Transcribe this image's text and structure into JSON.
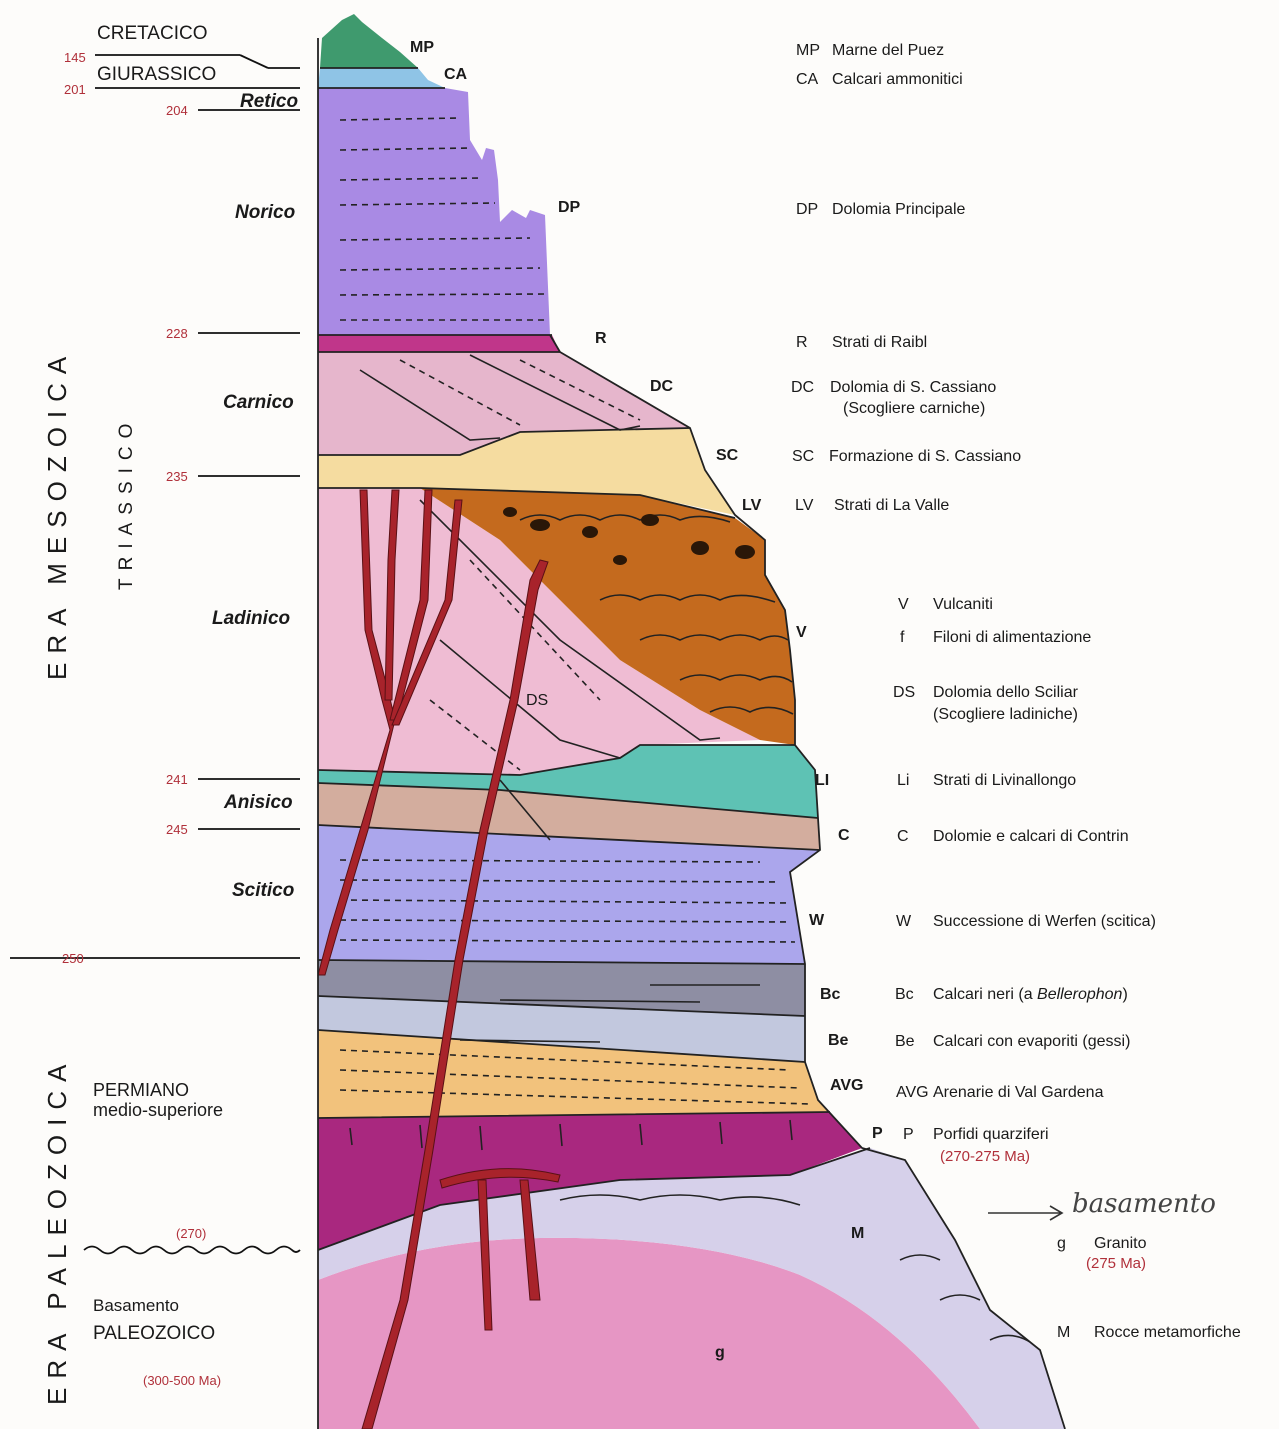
{
  "colors": {
    "marne_puez": "#3f9a6e",
    "calcari_ammonitici": "#8fc4e6",
    "dolomia_principale": "#a98ae4",
    "raibl": "#c0368a",
    "cassiano_dolomia": "#e6b6cc",
    "cassiano_formazione": "#f5dca0",
    "sciliar": "#efbcd3",
    "vulcaniti": "#c46a1e",
    "livinallongo": "#5ec2b4",
    "contrin": "#d3ad9e",
    "werfen": "#aba6ec",
    "bellerophon_dark": "#8e8ea3",
    "bellerophon_light": "#c2c8de",
    "val_gardena": "#f2c27c",
    "porfidi": "#a9287f",
    "metamorfiche": "#d6d0ea",
    "granito": "#e696c4",
    "filoni": "#a8232b",
    "age_text": "#b0303a"
  },
  "eras": {
    "mesozoica": "ERA MESOZOICA",
    "paleozoica": "ERA PALEOZOICA",
    "triassico": "TRIASSICO"
  },
  "periods": {
    "cretacico": "CRETACICO",
    "giurassico": "GIURASSICO",
    "permiano_1": "PERMIANO",
    "permiano_2": "medio-superiore",
    "basamento_1": "Basamento",
    "basamento_2": "PALEOZOICO",
    "basamento_age": "(300-500 Ma)"
  },
  "stages": {
    "retico": "Retico",
    "norico": "Norico",
    "carnico": "Carnico",
    "ladinico": "Ladinico",
    "anisico": "Anisico",
    "scitico": "Scitico"
  },
  "ages": {
    "a145": "145",
    "a201": "201",
    "a204": "204",
    "a228": "228",
    "a235": "235",
    "a241": "241",
    "a245": "245",
    "a250": "250",
    "a270": "(270)"
  },
  "column_codes": {
    "mp": "MP",
    "ca": "CA",
    "dp": "DP",
    "r": "R",
    "dc": "DC",
    "sc": "SC",
    "lv": "LV",
    "v": "V",
    "ds": "DS",
    "li": "LI",
    "c": "C",
    "w": "W",
    "bc": "Bc",
    "be": "Be",
    "avg": "AVG",
    "p": "P",
    "m": "M",
    "g": "g"
  },
  "legend": {
    "mp": {
      "code": "MP",
      "text": "Marne del Puez"
    },
    "ca": {
      "code": "CA",
      "text": "Calcari ammonitici"
    },
    "dp": {
      "code": "DP",
      "text": "Dolomia Principale"
    },
    "r": {
      "code": "R",
      "text": "Strati di Raibl"
    },
    "dc": {
      "code": "DC",
      "text": "Dolomia di S. Cassiano",
      "text2": "(Scogliere carniche)"
    },
    "sc": {
      "code": "SC",
      "text": "Formazione di S. Cassiano"
    },
    "lv": {
      "code": "LV",
      "text": "Strati di La Valle"
    },
    "v": {
      "code": "V",
      "text": "Vulcaniti"
    },
    "f": {
      "code": "f",
      "text": "Filoni di alimentazione"
    },
    "ds": {
      "code": "DS",
      "text": "Dolomia dello Sciliar",
      "text2": "(Scogliere ladiniche)"
    },
    "li": {
      "code": "Li",
      "text": "Strati di Livinallongo"
    },
    "c": {
      "code": "C",
      "text": "Dolomie e calcari di Contrin"
    },
    "w": {
      "code": "W",
      "text": "Successione di Werfen (scitica)"
    },
    "bc": {
      "code": "Bc",
      "text_a": "Calcari neri (a ",
      "text_b": "Bellerophon",
      "text_c": ")"
    },
    "be": {
      "code": "Be",
      "text": "Calcari con evaporiti (gessi)"
    },
    "avg": {
      "code": "AVG",
      "text": "Arenarie di Val Gardena"
    },
    "p": {
      "code": "P",
      "text": "Porfidi quarziferi",
      "age": "(270-275 Ma)"
    },
    "g": {
      "code": "g",
      "text": "Granito",
      "age": "(275 Ma)"
    },
    "m": {
      "code": "M",
      "text": "Rocce metamorfiche"
    },
    "handwritten": "basamento"
  }
}
